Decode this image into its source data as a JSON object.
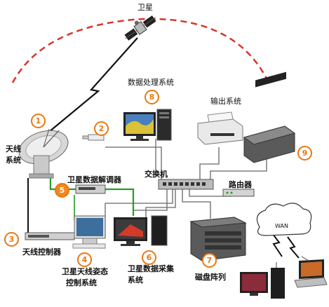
{
  "labels": {
    "satellite": "卫星",
    "data_processing": "数据处理系统",
    "output": "输出系统",
    "antenna": "天线\n系统",
    "antenna_l1": "天线",
    "antenna_l2": "系统",
    "demodulator": "卫星数据解调器",
    "switch": "交换机",
    "router": "路由器",
    "antenna_controller": "天线控制器",
    "attitude_l1": "卫星天线姿态",
    "attitude_l2": "控制系统",
    "acquisition_l1": "卫星数据采集",
    "acquisition_l2": "系统",
    "disk_array": "磁盘阵列",
    "wan": "WAN"
  },
  "numbers": {
    "n1": "1",
    "n2": "2",
    "n3": "3",
    "n4": "4",
    "n5": "5",
    "n6": "6",
    "n7": "7",
    "n8": "8",
    "n9": "9"
  },
  "colors": {
    "orbit": "#d9342b",
    "badge": "#e87810",
    "green_link": "#2a9a2a",
    "black_link": "#111111"
  }
}
